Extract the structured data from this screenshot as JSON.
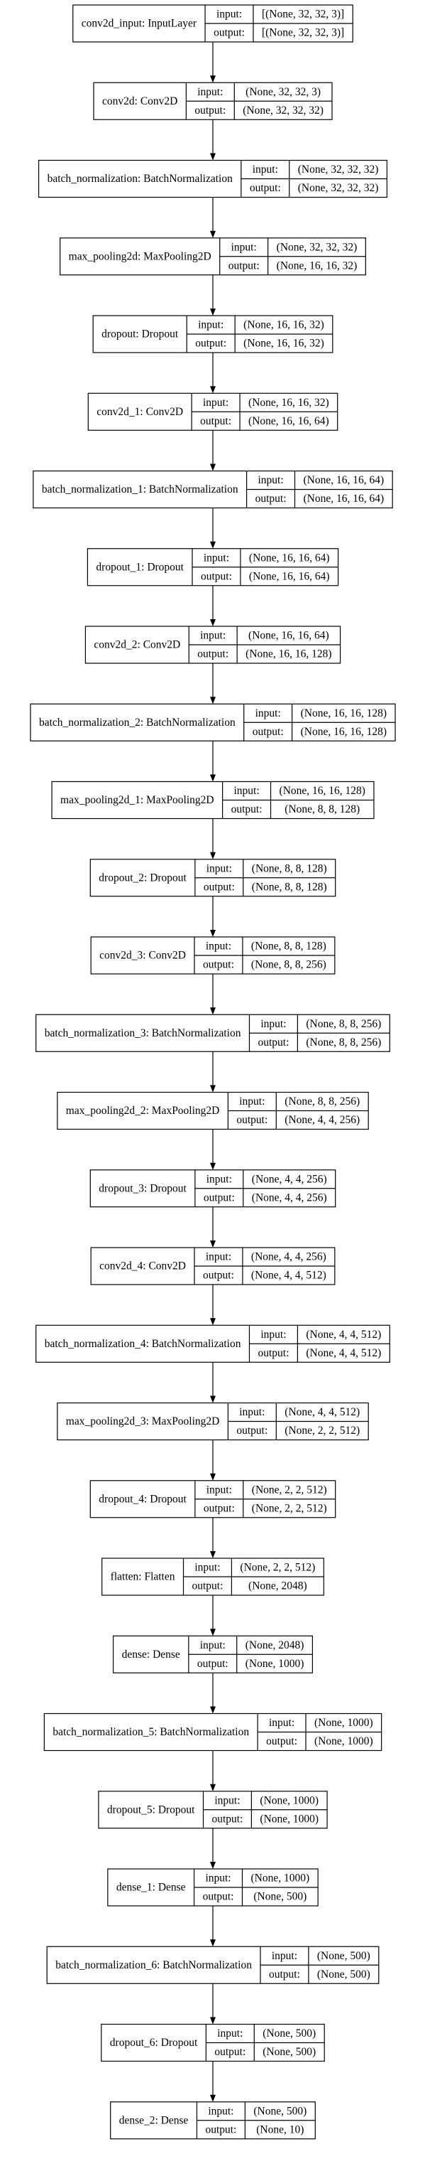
{
  "nodes": [
    {
      "label": "conv2d_input: InputLayer",
      "input": "[(None, 32, 32, 3)]",
      "output": "[(None, 32, 32, 3)]"
    },
    {
      "label": "conv2d: Conv2D",
      "input": "(None, 32, 32, 3)",
      "output": "(None, 32, 32, 32)"
    },
    {
      "label": "batch_normalization: BatchNormalization",
      "input": "(None, 32, 32, 32)",
      "output": "(None, 32, 32, 32)"
    },
    {
      "label": "max_pooling2d: MaxPooling2D",
      "input": "(None, 32, 32, 32)",
      "output": "(None, 16, 16, 32)"
    },
    {
      "label": "dropout: Dropout",
      "input": "(None, 16, 16, 32)",
      "output": "(None, 16, 16, 32)"
    },
    {
      "label": "conv2d_1: Conv2D",
      "input": "(None, 16, 16, 32)",
      "output": "(None, 16, 16, 64)"
    },
    {
      "label": "batch_normalization_1: BatchNormalization",
      "input": "(None, 16, 16, 64)",
      "output": "(None, 16, 16, 64)"
    },
    {
      "label": "dropout_1: Dropout",
      "input": "(None, 16, 16, 64)",
      "output": "(None, 16, 16, 64)"
    },
    {
      "label": "conv2d_2: Conv2D",
      "input": "(None, 16, 16, 64)",
      "output": "(None, 16, 16, 128)"
    },
    {
      "label": "batch_normalization_2: BatchNormalization",
      "input": "(None, 16, 16, 128)",
      "output": "(None, 16, 16, 128)"
    },
    {
      "label": "max_pooling2d_1: MaxPooling2D",
      "input": "(None, 16, 16, 128)",
      "output": "(None, 8, 8, 128)"
    },
    {
      "label": "dropout_2: Dropout",
      "input": "(None, 8, 8, 128)",
      "output": "(None, 8, 8, 128)"
    },
    {
      "label": "conv2d_3: Conv2D",
      "input": "(None, 8, 8, 128)",
      "output": "(None, 8, 8, 256)"
    },
    {
      "label": "batch_normalization_3: BatchNormalization",
      "input": "(None, 8, 8, 256)",
      "output": "(None, 8, 8, 256)"
    },
    {
      "label": "max_pooling2d_2: MaxPooling2D",
      "input": "(None, 8, 8, 256)",
      "output": "(None, 4, 4, 256)"
    },
    {
      "label": "dropout_3: Dropout",
      "input": "(None, 4, 4, 256)",
      "output": "(None, 4, 4, 256)"
    },
    {
      "label": "conv2d_4: Conv2D",
      "input": "(None, 4, 4, 256)",
      "output": "(None, 4, 4, 512)"
    },
    {
      "label": "batch_normalization_4: BatchNormalization",
      "input": "(None, 4, 4, 512)",
      "output": "(None, 4, 4, 512)"
    },
    {
      "label": "max_pooling2d_3: MaxPooling2D",
      "input": "(None, 4, 4, 512)",
      "output": "(None, 2, 2, 512)"
    },
    {
      "label": "dropout_4: Dropout",
      "input": "(None, 2, 2, 512)",
      "output": "(None, 2, 2, 512)"
    },
    {
      "label": "flatten: Flatten",
      "input": "(None, 2, 2, 512)",
      "output": "(None, 2048)"
    },
    {
      "label": "dense: Dense",
      "input": "(None, 2048)",
      "output": "(None, 1000)"
    },
    {
      "label": "batch_normalization_5: BatchNormalization",
      "input": "(None, 1000)",
      "output": "(None, 1000)"
    },
    {
      "label": "dropout_5: Dropout",
      "input": "(None, 1000)",
      "output": "(None, 1000)"
    },
    {
      "label": "dense_1: Dense",
      "input": "(None, 1000)",
      "output": "(None, 500)"
    },
    {
      "label": "batch_normalization_6: BatchNormalization",
      "input": "(None, 500)",
      "output": "(None, 500)"
    },
    {
      "label": "dropout_6: Dropout",
      "input": "(None, 500)",
      "output": "(None, 500)"
    },
    {
      "label": "dense_2: Dense",
      "input": "(None, 500)",
      "output": "(None, 10)"
    }
  ],
  "port_labels": {
    "input": "input:",
    "output": "output:"
  }
}
